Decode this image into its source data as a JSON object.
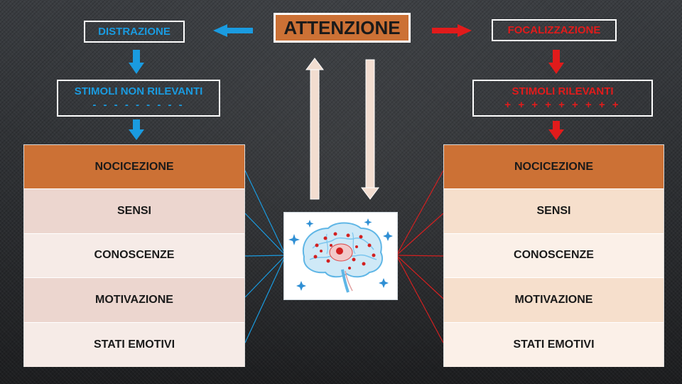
{
  "title": "ATTENZIONE",
  "left": {
    "label": "DISTRAZIONE",
    "stimuli": "STIMOLI NON RILEVANTI",
    "signs": "- - - - - - - - -",
    "rows": [
      "NOCICEZIONE",
      "SENSI",
      "CONOSCENZE",
      "MOTIVAZIONE",
      "STATI EMOTIVI"
    ]
  },
  "right": {
    "label": "FOCALIZZAZIONE",
    "stimuli": "STIMOLI RILEVANTI",
    "signs": "+ + + + + + + + +",
    "rows": [
      "NOCICEZIONE",
      "SENSI",
      "CONOSCENZE",
      "MOTIVAZIONE",
      "STATI EMOTIVI"
    ]
  },
  "colors": {
    "accent_orange": "#cc7135",
    "blue": "#1a9be0",
    "red": "#e11b1b"
  },
  "icons": [
    "brain-illustration"
  ]
}
